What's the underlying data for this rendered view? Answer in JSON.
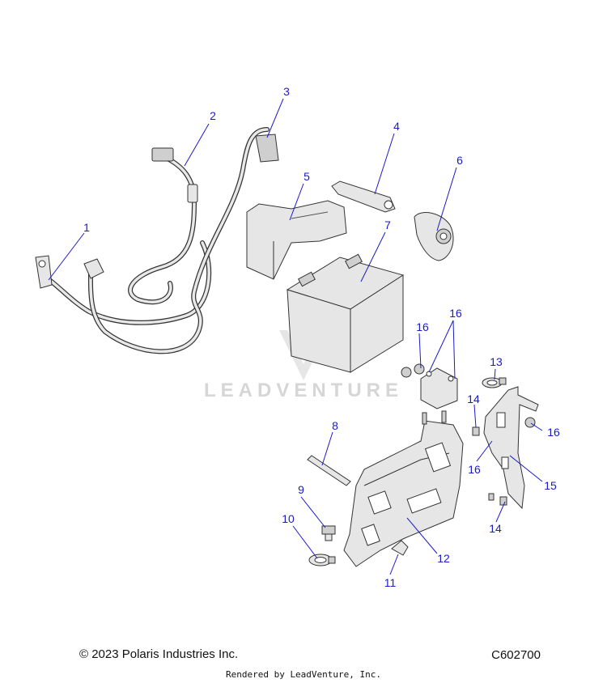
{
  "watermark": "LEADVENTURE",
  "footer": {
    "copyright": "© 2023 Polaris Industries Inc.",
    "diagram_code": "C602700",
    "rendered_by": "Rendered by LeadVenture, Inc."
  },
  "callouts": [
    {
      "id": "c1",
      "label": "1"
    },
    {
      "id": "c2",
      "label": "2"
    },
    {
      "id": "c3",
      "label": "3"
    },
    {
      "id": "c4",
      "label": "4"
    },
    {
      "id": "c5",
      "label": "5"
    },
    {
      "id": "c6",
      "label": "6"
    },
    {
      "id": "c7",
      "label": "7"
    },
    {
      "id": "c8",
      "label": "8"
    },
    {
      "id": "c9",
      "label": "9"
    },
    {
      "id": "c10",
      "label": "10"
    },
    {
      "id": "c11",
      "label": "11"
    },
    {
      "id": "c12",
      "label": "12"
    },
    {
      "id": "c13",
      "label": "13"
    },
    {
      "id": "c14a",
      "label": "14"
    },
    {
      "id": "c14b",
      "label": "14"
    },
    {
      "id": "c15",
      "label": "15"
    },
    {
      "id": "c16a",
      "label": "16"
    },
    {
      "id": "c16b",
      "label": "16"
    },
    {
      "id": "c16c",
      "label": "16"
    },
    {
      "id": "c16d",
      "label": "16"
    }
  ]
}
